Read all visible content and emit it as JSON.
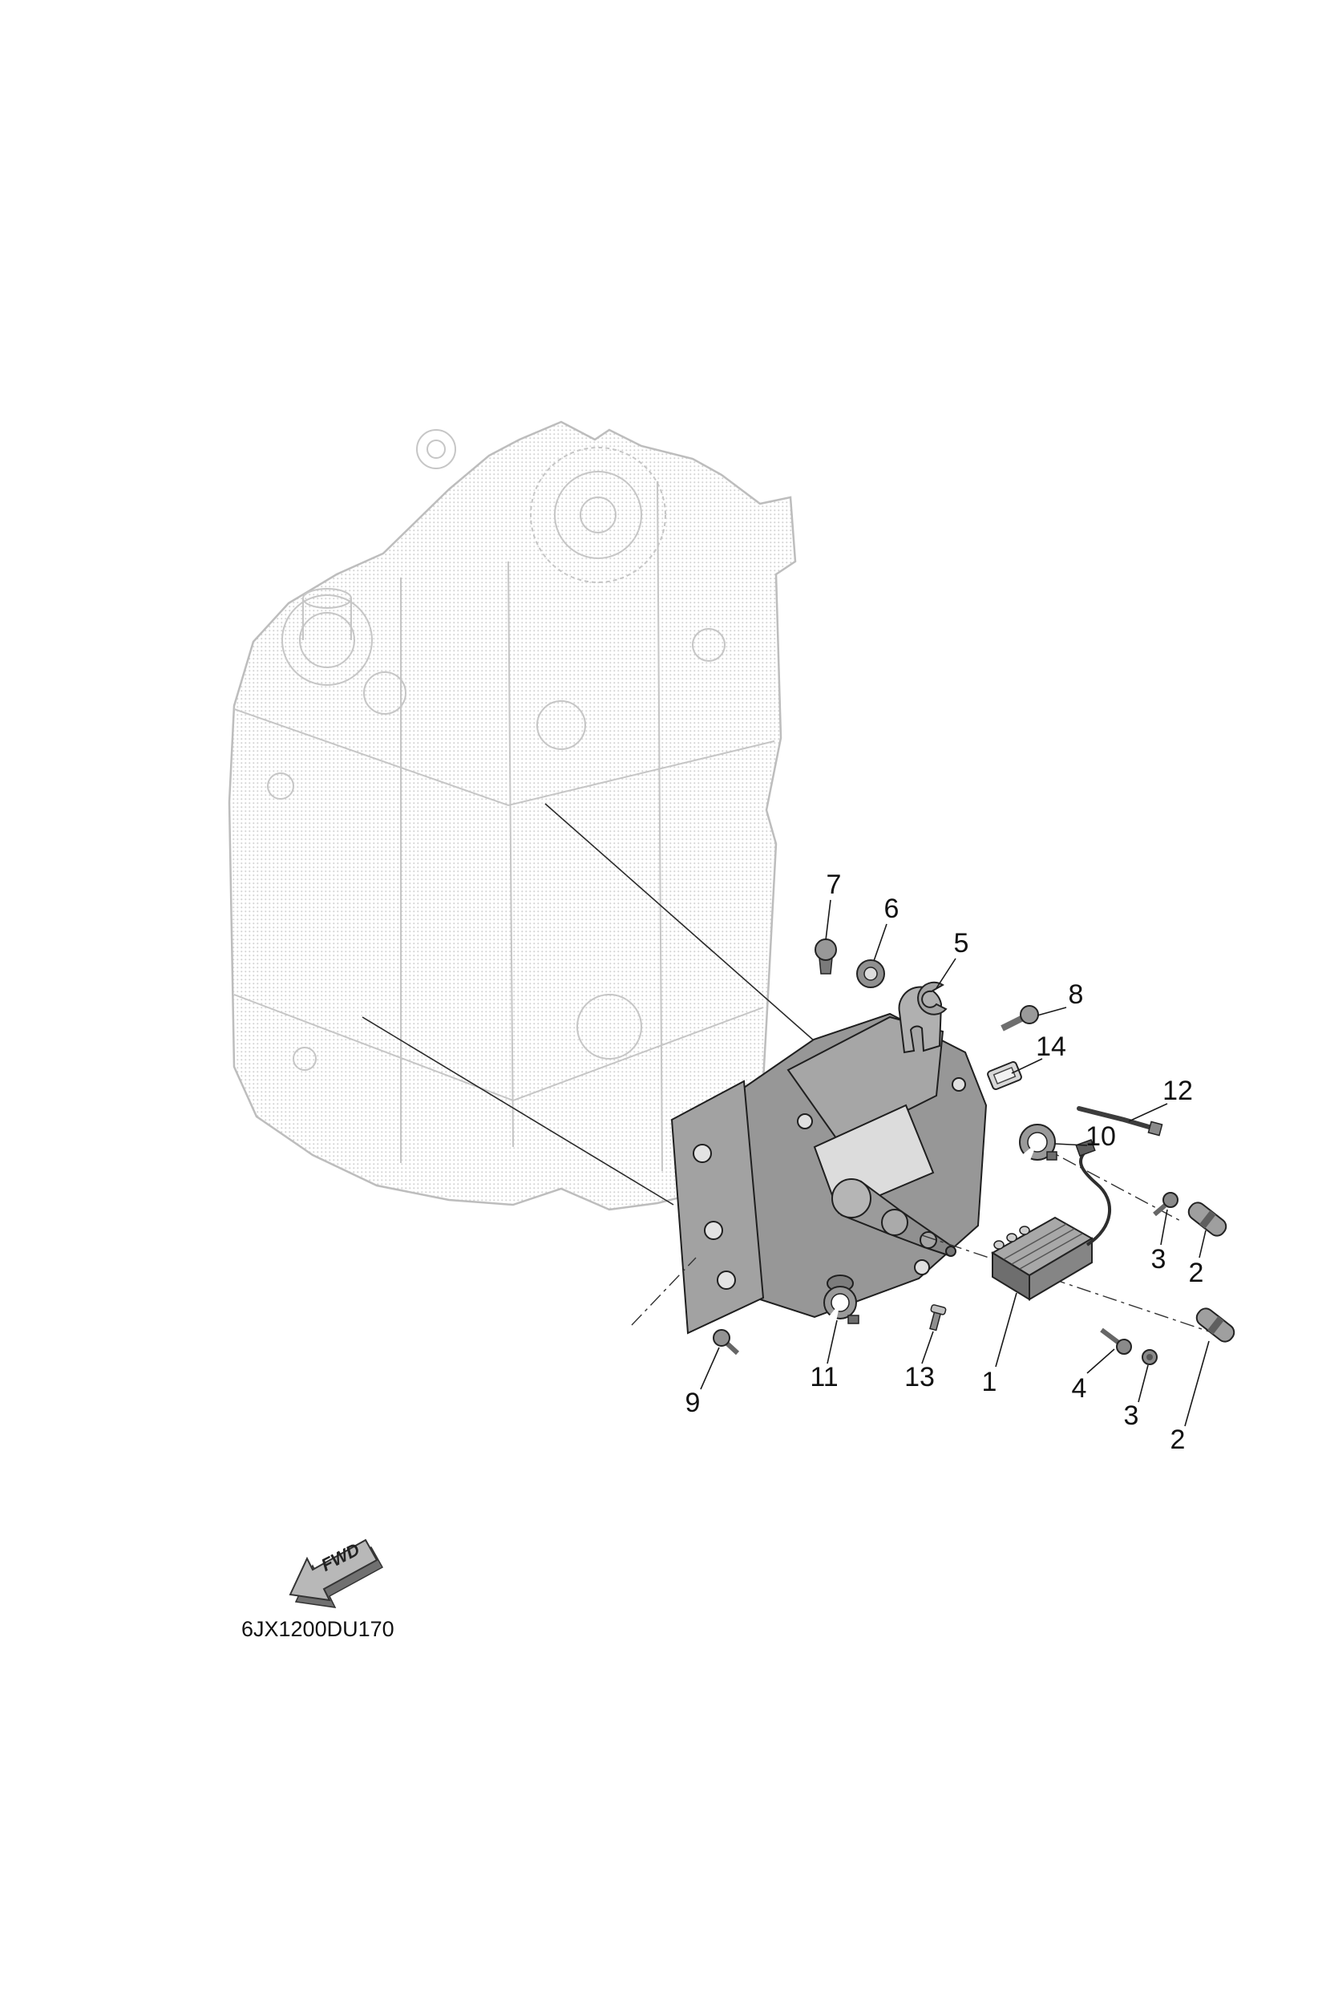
{
  "diagram": {
    "drawing_code": "6JX1200DU170",
    "fwd_label": "FWD",
    "colors": {
      "ink": "#1a1a1a",
      "halftone": "#c9c9c9",
      "part_gray": "#9a9a9a"
    },
    "callouts": [
      {
        "label": "7"
      },
      {
        "label": "6"
      },
      {
        "label": "5"
      },
      {
        "label": "8"
      },
      {
        "label": "14"
      },
      {
        "label": "12"
      },
      {
        "label": "10"
      },
      {
        "label": "3"
      },
      {
        "label": "2"
      },
      {
        "label": "9"
      },
      {
        "label": "11"
      },
      {
        "label": "13"
      },
      {
        "label": "1"
      },
      {
        "label": "4"
      },
      {
        "label": "3"
      },
      {
        "label": "2"
      }
    ]
  }
}
